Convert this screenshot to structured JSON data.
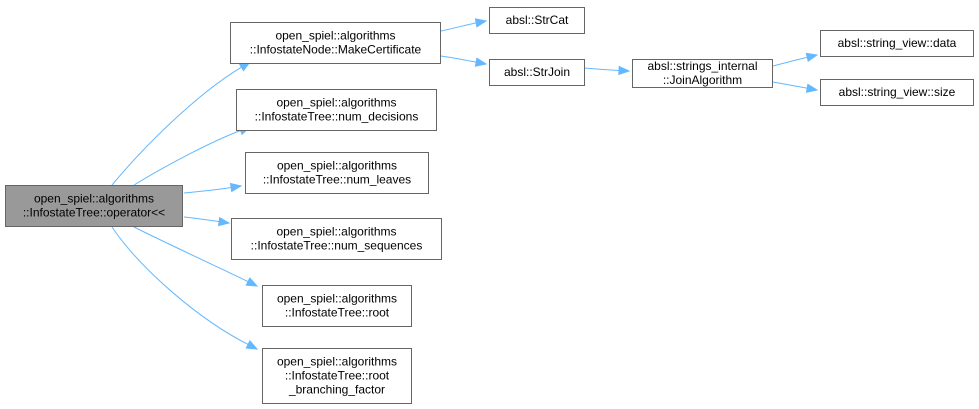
{
  "diagram": {
    "nodes": [
      {
        "id": "root",
        "lines": [
          "open_spiel::algorithms",
          "::InfostateTree::operator<<"
        ],
        "highlight": true
      },
      {
        "id": "make_certificate",
        "lines": [
          "open_spiel::algorithms",
          "::InfostateNode::MakeCertificate"
        ]
      },
      {
        "id": "num_decisions",
        "lines": [
          "open_spiel::algorithms",
          "::InfostateTree::num_decisions"
        ]
      },
      {
        "id": "num_leaves",
        "lines": [
          "open_spiel::algorithms",
          "::InfostateTree::num_leaves"
        ]
      },
      {
        "id": "num_sequences",
        "lines": [
          "open_spiel::algorithms",
          "::InfostateTree::num_sequences"
        ]
      },
      {
        "id": "tree_root",
        "lines": [
          "open_spiel::algorithms",
          "::InfostateTree::root"
        ]
      },
      {
        "id": "root_branching_factor",
        "lines": [
          "open_spiel::algorithms",
          "::InfostateTree::root",
          "_branching_factor"
        ]
      },
      {
        "id": "str_cat",
        "lines": [
          "absl::StrCat"
        ]
      },
      {
        "id": "str_join",
        "lines": [
          "absl::StrJoin"
        ]
      },
      {
        "id": "join_algorithm",
        "lines": [
          "absl::strings_internal",
          "::JoinAlgorithm"
        ]
      },
      {
        "id": "sv_data",
        "lines": [
          "absl::string_view::data"
        ]
      },
      {
        "id": "sv_size",
        "lines": [
          "absl::string_view::size"
        ]
      }
    ],
    "edges": [
      {
        "from": "root",
        "to": "make_certificate"
      },
      {
        "from": "root",
        "to": "num_decisions"
      },
      {
        "from": "root",
        "to": "num_leaves"
      },
      {
        "from": "root",
        "to": "num_sequences"
      },
      {
        "from": "root",
        "to": "tree_root"
      },
      {
        "from": "root",
        "to": "root_branching_factor"
      },
      {
        "from": "make_certificate",
        "to": "str_cat"
      },
      {
        "from": "make_certificate",
        "to": "str_join"
      },
      {
        "from": "str_join",
        "to": "join_algorithm"
      },
      {
        "from": "join_algorithm",
        "to": "sv_data"
      },
      {
        "from": "join_algorithm",
        "to": "sv_size"
      }
    ],
    "colors": {
      "edge": "#63b8ff",
      "root_fill": "#999999",
      "border": "#666666"
    }
  }
}
